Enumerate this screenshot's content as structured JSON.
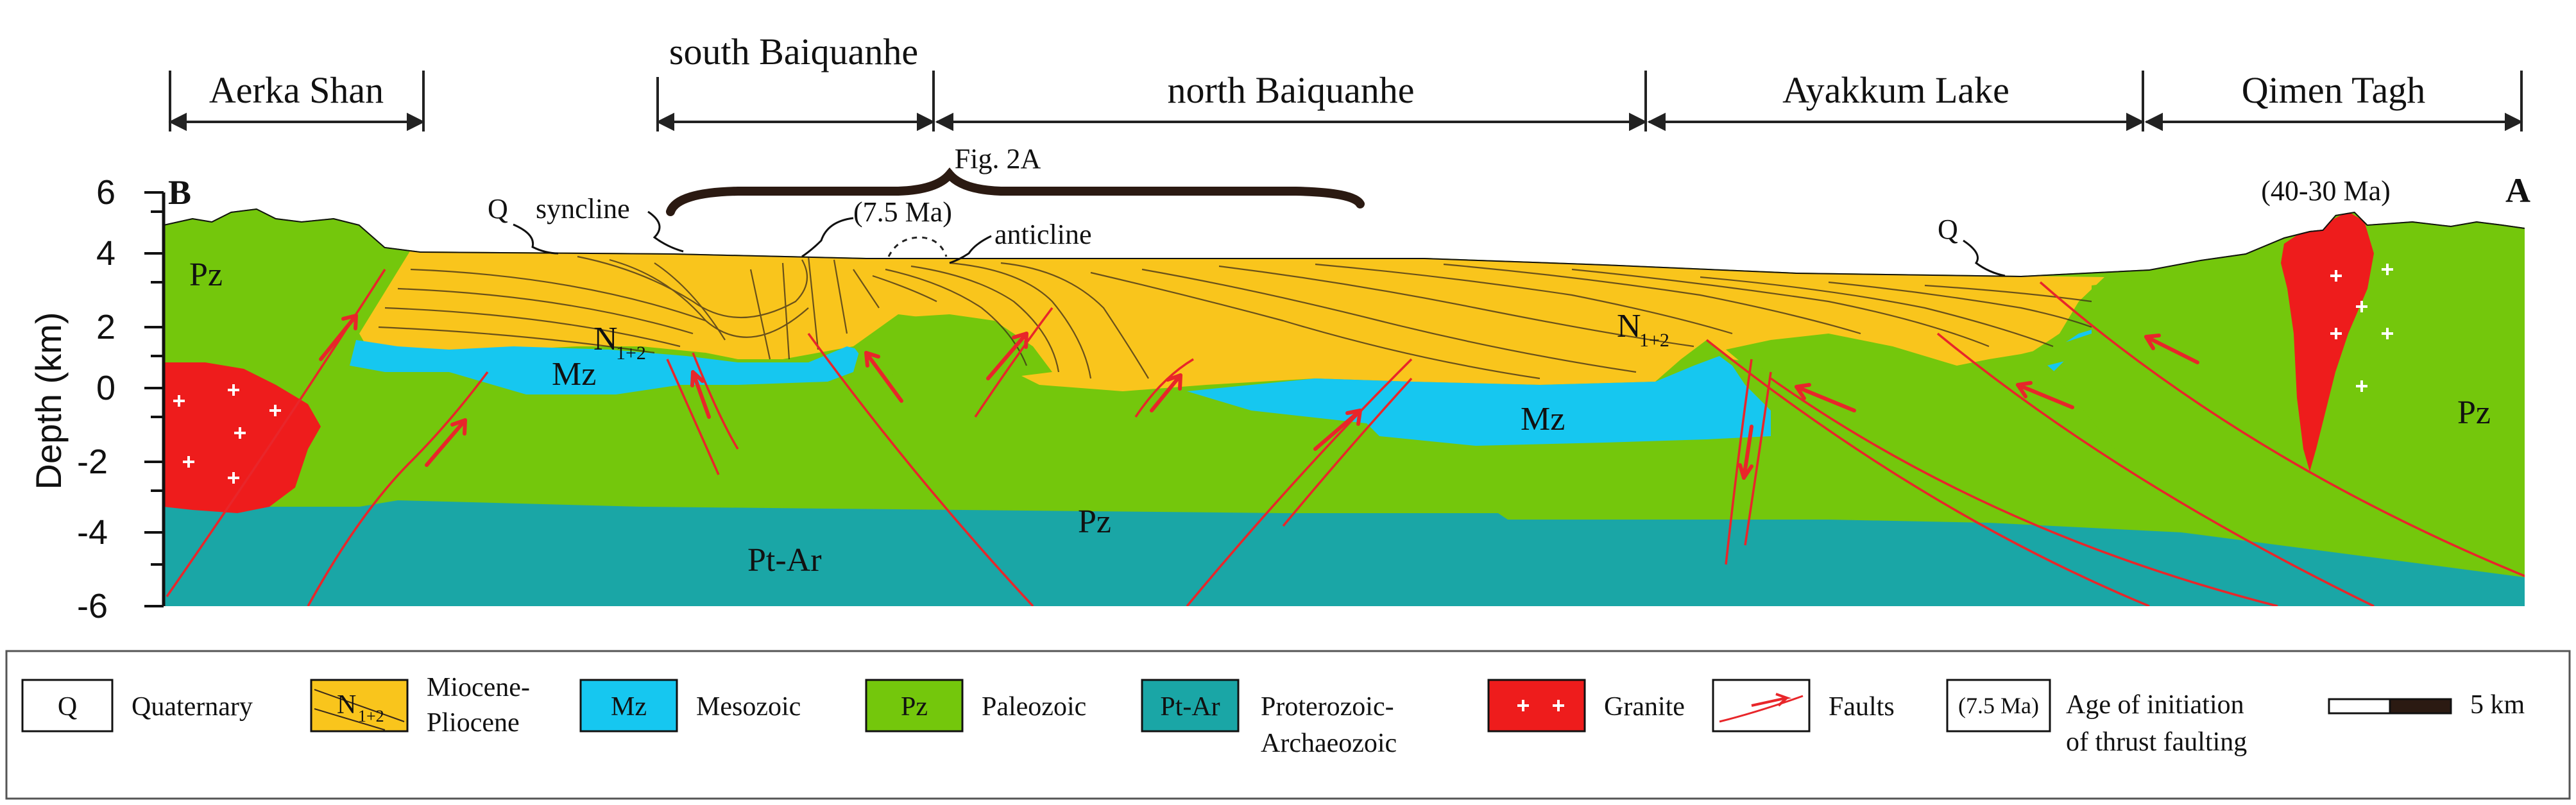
{
  "regions": [
    {
      "label": "Aerka Shan"
    },
    {
      "label": "south Baiquanhe"
    },
    {
      "label": "north Baiquanhe"
    },
    {
      "label": "Ayakkum Lake"
    },
    {
      "label": "Qimen Tagh"
    }
  ],
  "axis": {
    "title": "Depth (km)",
    "ticks": [
      "6",
      "4",
      "2",
      "0",
      "-2",
      "-4",
      "-6"
    ]
  },
  "corners": {
    "left": "B",
    "right": "A"
  },
  "units": {
    "q_left": "Q",
    "q_right": "Q",
    "pz_left": "Pz",
    "pz_center": "Pz",
    "pz_right": "Pz",
    "mz_left": "Mz",
    "mz_center": "Mz",
    "n_left": "N",
    "n_right": "N",
    "n_sub": "1+2",
    "ptar": "Pt-Ar"
  },
  "annotations": {
    "syncline": "syncline",
    "anticline": "anticline",
    "fig_ref": "Fig. 2A",
    "age_75": "(7.5 Ma)",
    "age_4030": "(40-30 Ma)"
  },
  "legend": {
    "q_box": "Q",
    "q_label": "Quaternary",
    "n_box": "N",
    "n_sub": "1+2",
    "n_label_1": "Miocene-",
    "n_label_2": "Pliocene",
    "mz_box": "Mz",
    "mz_label": "Mesozoic",
    "pz_box": "Pz",
    "pz_label": "Paleozoic",
    "ptar_box": "Pt-Ar",
    "ptar_label_1": "Proterozoic-",
    "ptar_label_2": "Archaeozoic",
    "granite_label": "Granite",
    "faults_label": "Faults",
    "age_box": "(7.5 Ma)",
    "age_label_1": "Age of initiation",
    "age_label_2": "of thrust faulting",
    "scale_label": "5 km"
  },
  "colors": {
    "quaternary": "#ffffff",
    "neogene": "#f9c51c",
    "mesozoic": "#16c7f0",
    "paleozoic": "#74c70c",
    "proterozoic_archaeozoic": "#1aa6a6",
    "granite": "#ee1c1c",
    "fault": "#e8262a"
  }
}
